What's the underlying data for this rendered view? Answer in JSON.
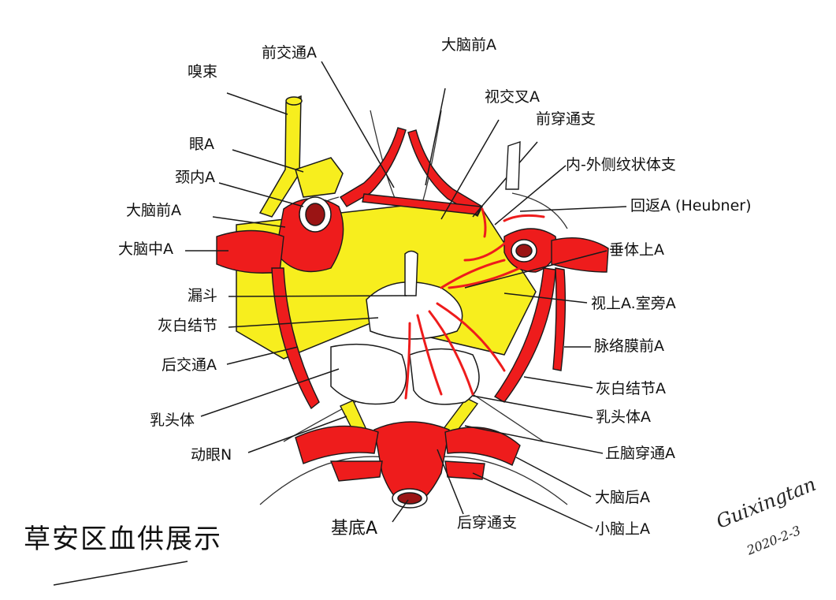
{
  "title": "草安区血供展示",
  "labels": {
    "olfactory_tract": "嗅束",
    "ophthalmic_a": "眼A",
    "internal_carotid_a": "颈内A",
    "anterior_cerebral_a_left": "大脑前A",
    "middle_cerebral_a": "大脑中A",
    "infundibulum": "漏斗",
    "tuber_cinereum_left": "灰白结节",
    "posterior_communicating_a": "后交通A",
    "mammillary_body_left": "乳头体",
    "oculomotor_n": "动眼N",
    "basilar_a": "基底A",
    "posterior_perforating_branches": "后穿通支",
    "anterior_communicating_a": "前交通A",
    "anterior_cerebral_a_right": "大脑前A",
    "chiasmatic_a": "视交叉A",
    "anterior_perforating_branches": "前穿通支",
    "lenticulostriate_branches": "内-外侧纹状体支",
    "recurrent_a_heubner": "回返A (Heubner)",
    "superior_hypophyseal_a": "垂体上A",
    "supraoptic_paraventricular_a": "视上A.室旁A",
    "anterior_choroidal_a": "脉络膜前A",
    "tuber_cinereum_right": "灰白结节A",
    "mammillary_body_right": "乳头体A",
    "thalamoperforating_a": "丘脑穿通A",
    "posterior_cerebral_a": "大脑后A",
    "superior_cerebellar_a": "小脑上A"
  },
  "signature": {
    "name": "Guixingtan",
    "date": "2020-2-3"
  },
  "colors": {
    "artery": "#ee1c1c",
    "nerve": "#f7ee1e",
    "vessel_lumen": "#9a1414",
    "outline": "#1a1a1a"
  }
}
